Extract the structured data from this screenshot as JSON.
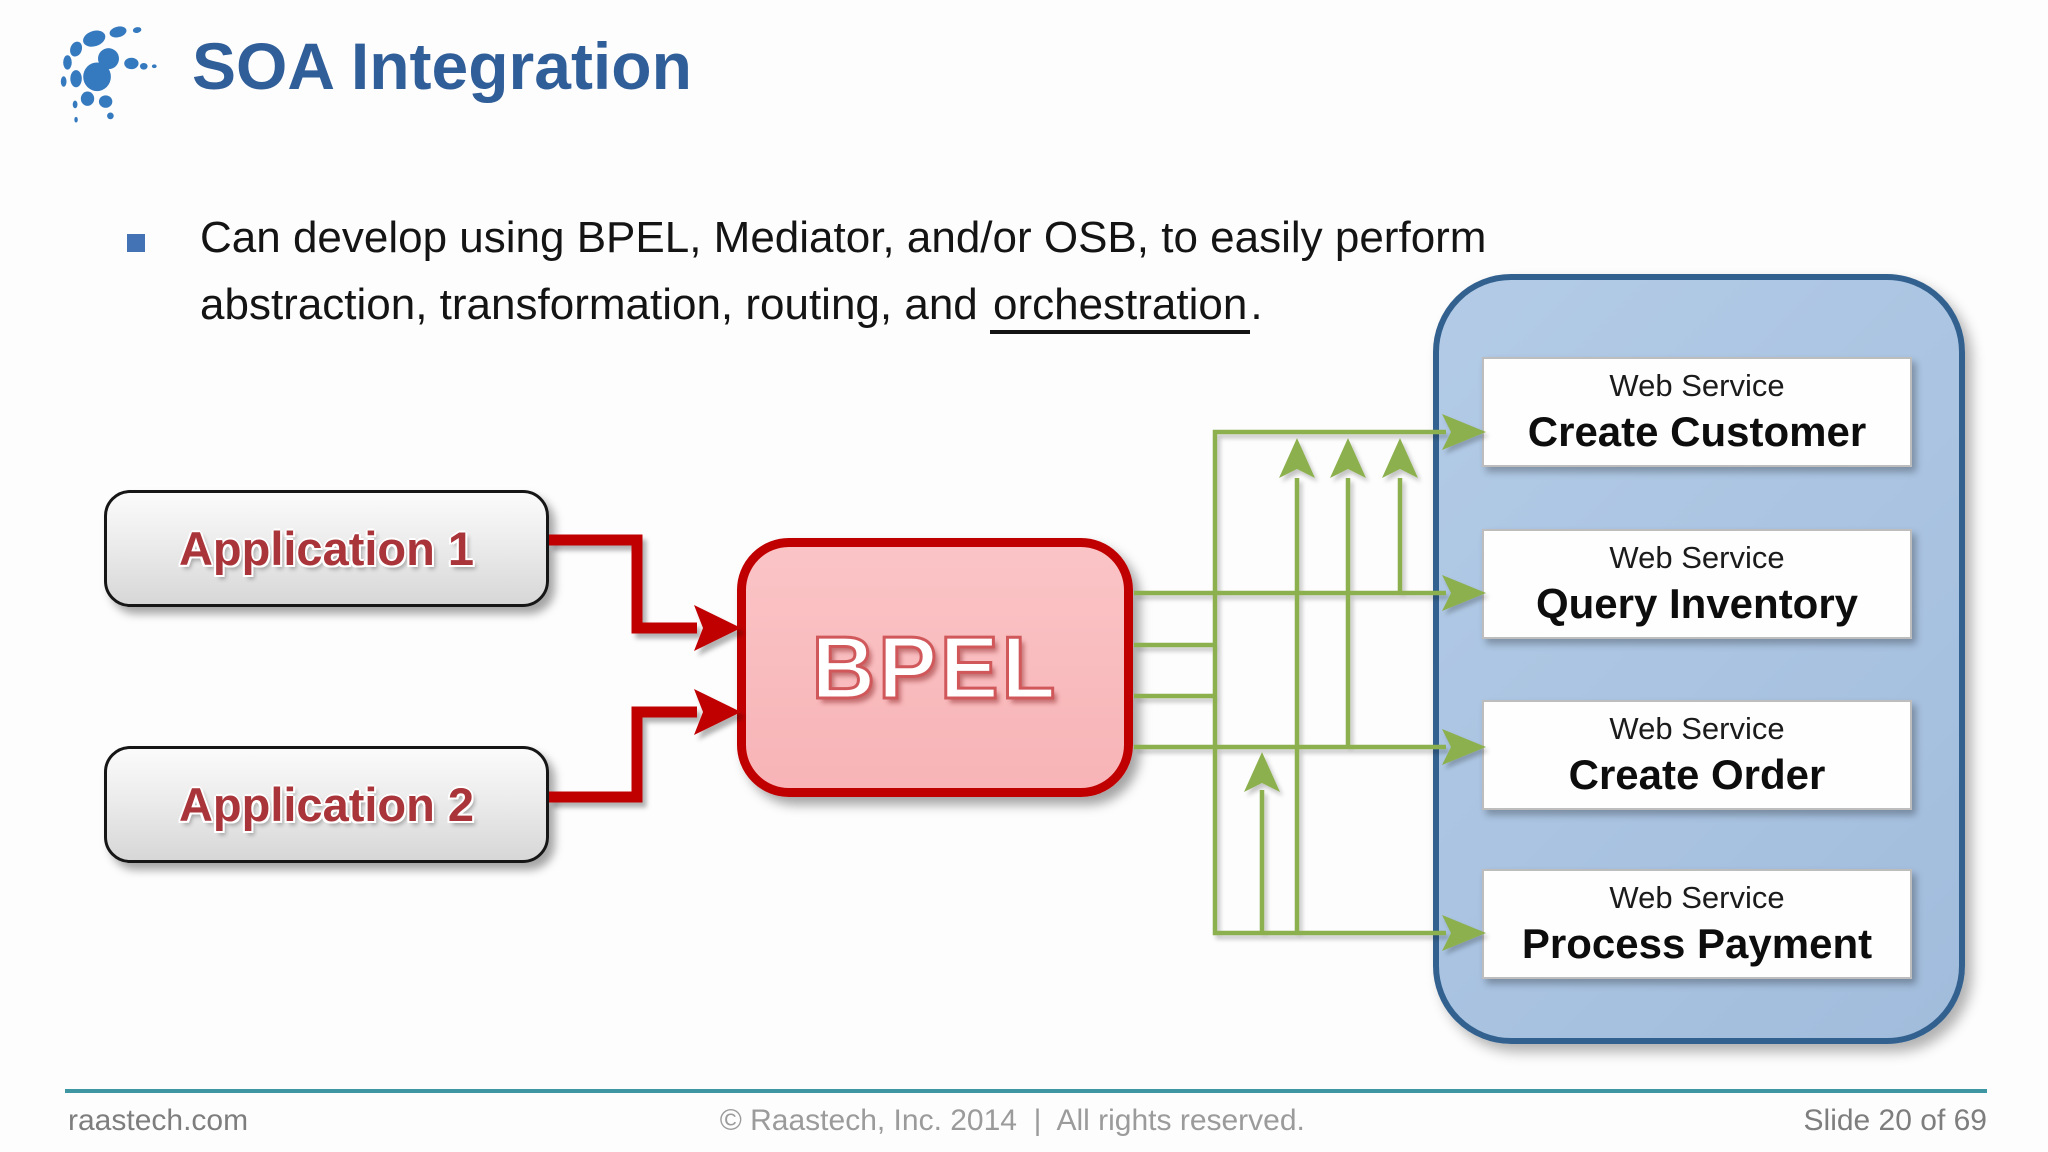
{
  "slide": {
    "title": "SOA Integration",
    "bullet": {
      "line1": "Can develop using BPEL, Mediator, and/or OSB, to easily perform",
      "line2_prefix": "abstraction, transformation, routing, and ",
      "line2_underlined": "orchestration",
      "line2_suffix": "."
    },
    "footer": {
      "left": "raastech.com",
      "center": "© Raastech, Inc. 2014  |  All rights reserved.",
      "right": "Slide 20 of 69"
    }
  },
  "diagram": {
    "applications": [
      {
        "label": "Application 1"
      },
      {
        "label": "Application 2"
      }
    ],
    "process": {
      "label": "BPEL"
    },
    "services": [
      {
        "type_label": "Web Service",
        "name": "Create Customer"
      },
      {
        "type_label": "Web Service",
        "name": "Query Inventory"
      },
      {
        "type_label": "Web Service",
        "name": "Create Order"
      },
      {
        "type_label": "Web Service",
        "name": "Process Payment"
      }
    ],
    "icons": {
      "logo": "dotted-globe-logo"
    },
    "colors": {
      "title_blue": "#305E99",
      "bullet_marker_blue": "#4373B5",
      "app_label_red": "#A93439",
      "red_arrow": "#C00000",
      "bpel_fill": "#F8B4B7",
      "bpel_border": "#C00000",
      "green_arrow": "#8CB04E",
      "container_fill": "#A9C3E1",
      "container_border": "#33618F",
      "service_box_fill": "#FEFEFE",
      "footer_line_teal": "#3D96A2",
      "footer_text_gray": "#7E7E7E"
    }
  }
}
